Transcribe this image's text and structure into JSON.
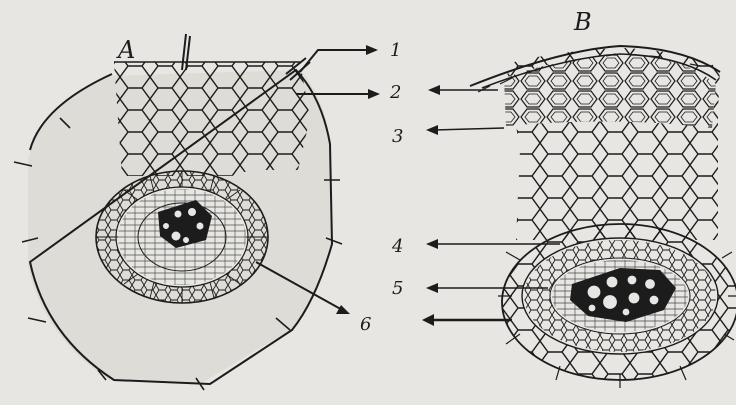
{
  "panels": [
    {
      "id": "A",
      "label": "A"
    },
    {
      "id": "B",
      "label": "B"
    }
  ],
  "labels": [
    "1",
    "2",
    "3",
    "4",
    "5",
    "6"
  ],
  "colors": {
    "paper": "#e7e6e2",
    "ink": "#1c1c1c",
    "wash": "#d9d8d2"
  }
}
